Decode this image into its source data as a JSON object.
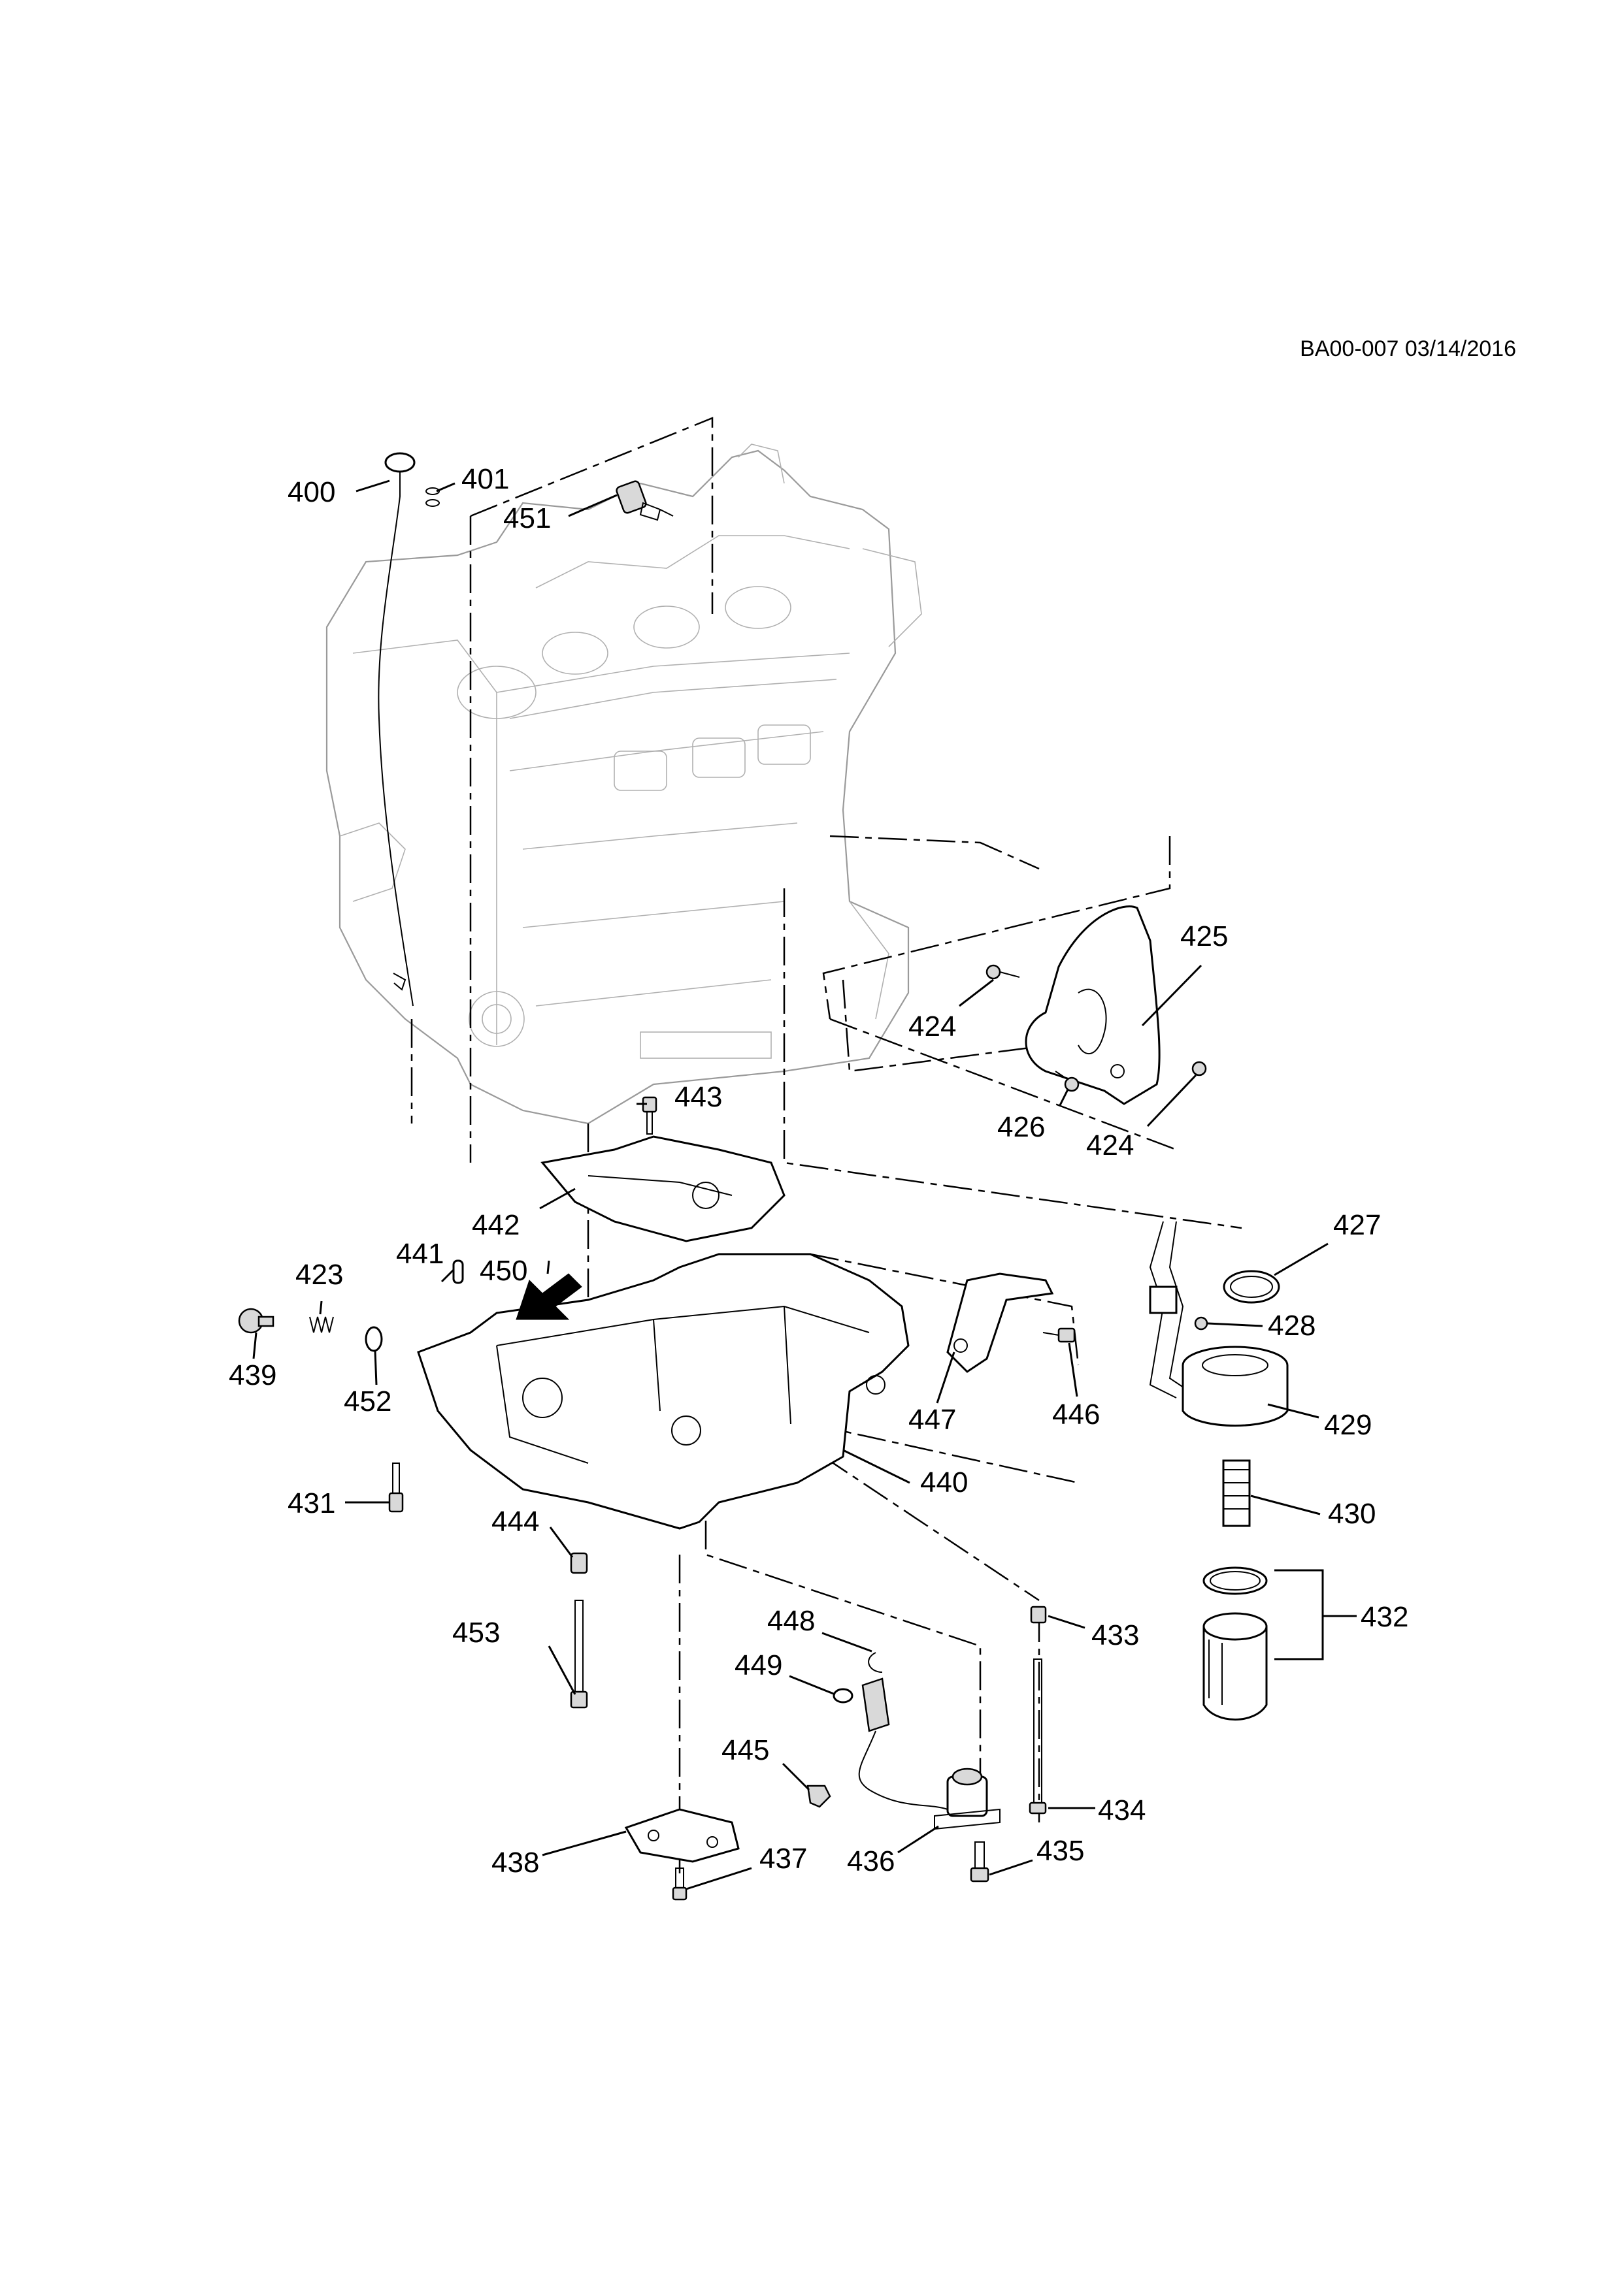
{
  "document_ref": "BA00-007 03/14/2016",
  "callouts": [
    {
      "id": "c400",
      "label": "400"
    },
    {
      "id": "c401",
      "label": "401"
    },
    {
      "id": "c451",
      "label": "451"
    },
    {
      "id": "c425",
      "label": "425"
    },
    {
      "id": "c424a",
      "label": "424"
    },
    {
      "id": "c426",
      "label": "426"
    },
    {
      "id": "c424b",
      "label": "424"
    },
    {
      "id": "c443",
      "label": "443"
    },
    {
      "id": "c442",
      "label": "442"
    },
    {
      "id": "c427",
      "label": "427"
    },
    {
      "id": "c441",
      "label": "441"
    },
    {
      "id": "c450",
      "label": "450"
    },
    {
      "id": "c423",
      "label": "423"
    },
    {
      "id": "c428",
      "label": "428"
    },
    {
      "id": "c439",
      "label": "439"
    },
    {
      "id": "c452",
      "label": "452"
    },
    {
      "id": "c447",
      "label": "447"
    },
    {
      "id": "c446",
      "label": "446"
    },
    {
      "id": "c429",
      "label": "429"
    },
    {
      "id": "c440",
      "label": "440"
    },
    {
      "id": "c431",
      "label": "431"
    },
    {
      "id": "c430",
      "label": "430"
    },
    {
      "id": "c444",
      "label": "444"
    },
    {
      "id": "c432",
      "label": "432"
    },
    {
      "id": "c448",
      "label": "448"
    },
    {
      "id": "c453",
      "label": "453"
    },
    {
      "id": "c433",
      "label": "433"
    },
    {
      "id": "c449",
      "label": "449"
    },
    {
      "id": "c445",
      "label": "445"
    },
    {
      "id": "c434",
      "label": "434"
    },
    {
      "id": "c438",
      "label": "438"
    },
    {
      "id": "c437",
      "label": "437"
    },
    {
      "id": "c436",
      "label": "436"
    },
    {
      "id": "c435",
      "label": "435"
    }
  ]
}
